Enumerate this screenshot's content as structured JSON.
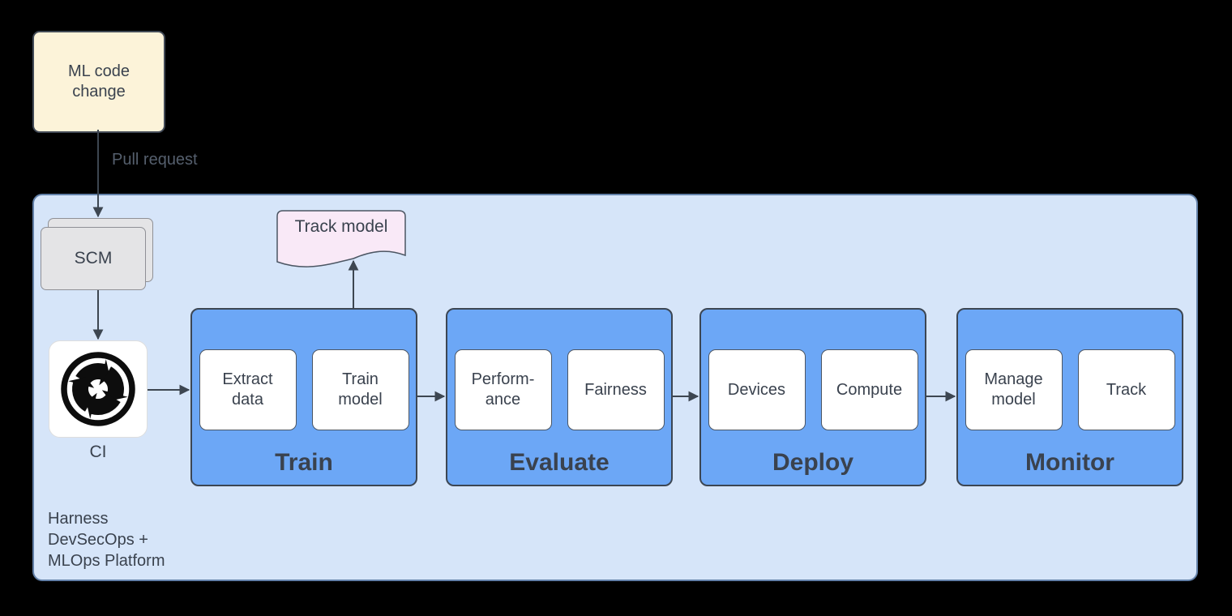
{
  "colors": {
    "bg": "#000000",
    "container_fill": "#d6e5f9",
    "container_border": "#6280a8",
    "stage_fill": "#6ca7f6",
    "stage_border": "#3c4653",
    "item_fill": "#ffffff",
    "item_border": "#4c5663",
    "cream_fill": "#fcf3d9",
    "cream_border": "#434b57",
    "scm_fill": "#e4e4e6",
    "scm_border": "#8f9096",
    "doc_fill": "#f9e9f7",
    "doc_border": "#4c5663",
    "ci_box_fill": "#ffffff",
    "ci_icon": "#0d0d0d",
    "arrow": "#3d4651",
    "text": "#3a424e",
    "text_secondary": "#555f6d"
  },
  "ml_code_change": {
    "label": "ML code\nchange"
  },
  "pull_request_label": "Pull request",
  "scm": {
    "label": "SCM"
  },
  "ci": {
    "label": "CI"
  },
  "track_model": {
    "label": "Track model"
  },
  "stages": [
    {
      "title": "Train",
      "items": [
        "Extract\ndata",
        "Train\nmodel"
      ]
    },
    {
      "title": "Evaluate",
      "items": [
        "Perform-\nance",
        "Fairness"
      ]
    },
    {
      "title": "Deploy",
      "items": [
        "Devices",
        "Compute"
      ]
    },
    {
      "title": "Monitor",
      "items": [
        "Manage\nmodel",
        "Track"
      ]
    }
  ],
  "platform": {
    "label": "Harness\nDevSecOps +\nMLOps Platform"
  }
}
